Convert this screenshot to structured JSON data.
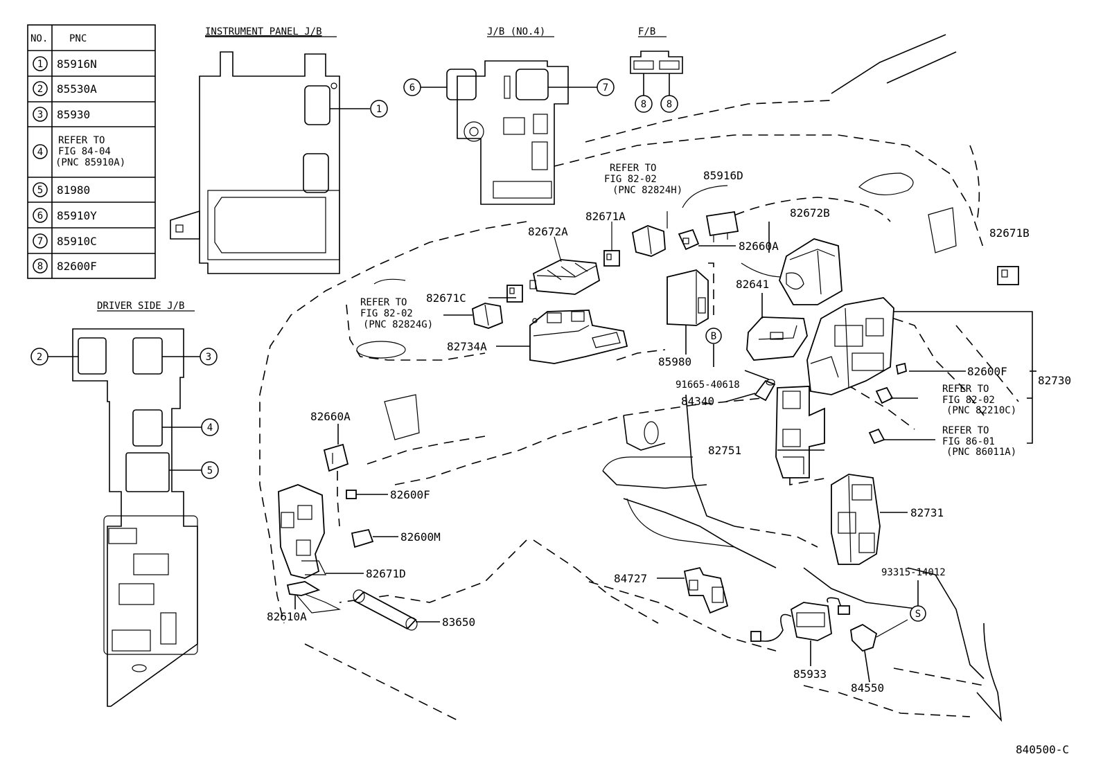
{
  "legend": {
    "header_no": "NO.",
    "header_pnc": "PNC",
    "rows": [
      {
        "no": "1",
        "pnc": "85916N"
      },
      {
        "no": "2",
        "pnc": "85530A"
      },
      {
        "no": "3",
        "pnc": "85930"
      },
      {
        "no": "4",
        "pnc_lines": [
          "REFER TO",
          "FIG 84-04",
          "(PNC 85910A)"
        ]
      },
      {
        "no": "5",
        "pnc": "81980"
      },
      {
        "no": "6",
        "pnc": "85910Y"
      },
      {
        "no": "7",
        "pnc": "85910C"
      },
      {
        "no": "8",
        "pnc": "82600F"
      }
    ]
  },
  "section_titles": {
    "instrument_panel_jb": "INSTRUMENT PANEL J/B",
    "jb_no4": "J/B (NO.4)",
    "fb": "F/B",
    "driver_side_jb": "DRIVER SIDE J/B"
  },
  "callouts": {
    "ip_1": "1",
    "jb4_6": "6",
    "jb4_7": "7",
    "fb_8a": "8",
    "fb_8b": "8",
    "ds_2": "2",
    "ds_3": "3",
    "ds_4": "4",
    "ds_5": "5",
    "b": "B",
    "s": "S"
  },
  "labels": {
    "p82671A": "82671A",
    "p82672A": "82672A",
    "p82671C": "82671C",
    "p82734A": "82734A",
    "p85916D": "85916D",
    "p82660A_top": "82660A",
    "p82672B": "82672B",
    "p82671B": "82671B",
    "p82641": "82641",
    "p85980": "85980",
    "p91665": "91665-40618",
    "p84340": "84340",
    "p82600F_right": "82600F",
    "p82730": "82730",
    "p82751": "82751",
    "p82731": "82731",
    "p82660A_left": "82660A",
    "p82600F_left": "82600F",
    "p82600M": "82600M",
    "p82671D": "82671D",
    "p82610A": "82610A",
    "p83650": "83650",
    "p84727": "84727",
    "p93315": "93315-14012",
    "p85933": "85933",
    "p84550": "84550"
  },
  "refer_notes": {
    "r82824H": [
      "REFER TO",
      "FIG 82-02",
      "(PNC 82824H)"
    ],
    "r82824G": [
      "REFER TO",
      "FIG 82-02",
      "(PNC 82824G)"
    ],
    "r82210C": [
      "REFER TO",
      "FIG 82-02",
      "(PNC 82210C)"
    ],
    "r86011A": [
      "REFER TO",
      "FIG 86-01",
      "(PNC 86011A)"
    ]
  },
  "figure_code": "840500-C"
}
